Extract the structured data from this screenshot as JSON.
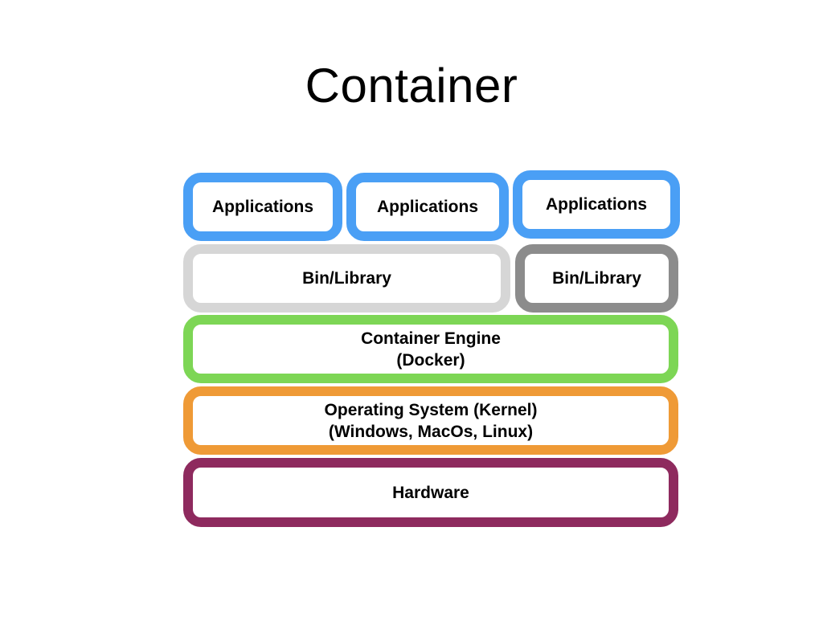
{
  "title": "Container",
  "colors": {
    "applications": "#4a9ff5",
    "bin_library_light": "#d6d6d6",
    "bin_library_dark": "#8c8c8c",
    "container_engine": "#7dd655",
    "operating_system": "#ef9a36",
    "hardware": "#8e2a5e"
  },
  "layers": {
    "applications": [
      "Applications",
      "Applications",
      "Applications"
    ],
    "bin_library": [
      "Bin/Library",
      "Bin/Library"
    ],
    "container_engine": {
      "line1": "Container Engine",
      "line2": "(Docker)"
    },
    "operating_system": {
      "line1": "Operating System (Kernel)",
      "line2": "(Windows, MacOs, Linux)"
    },
    "hardware": "Hardware"
  }
}
